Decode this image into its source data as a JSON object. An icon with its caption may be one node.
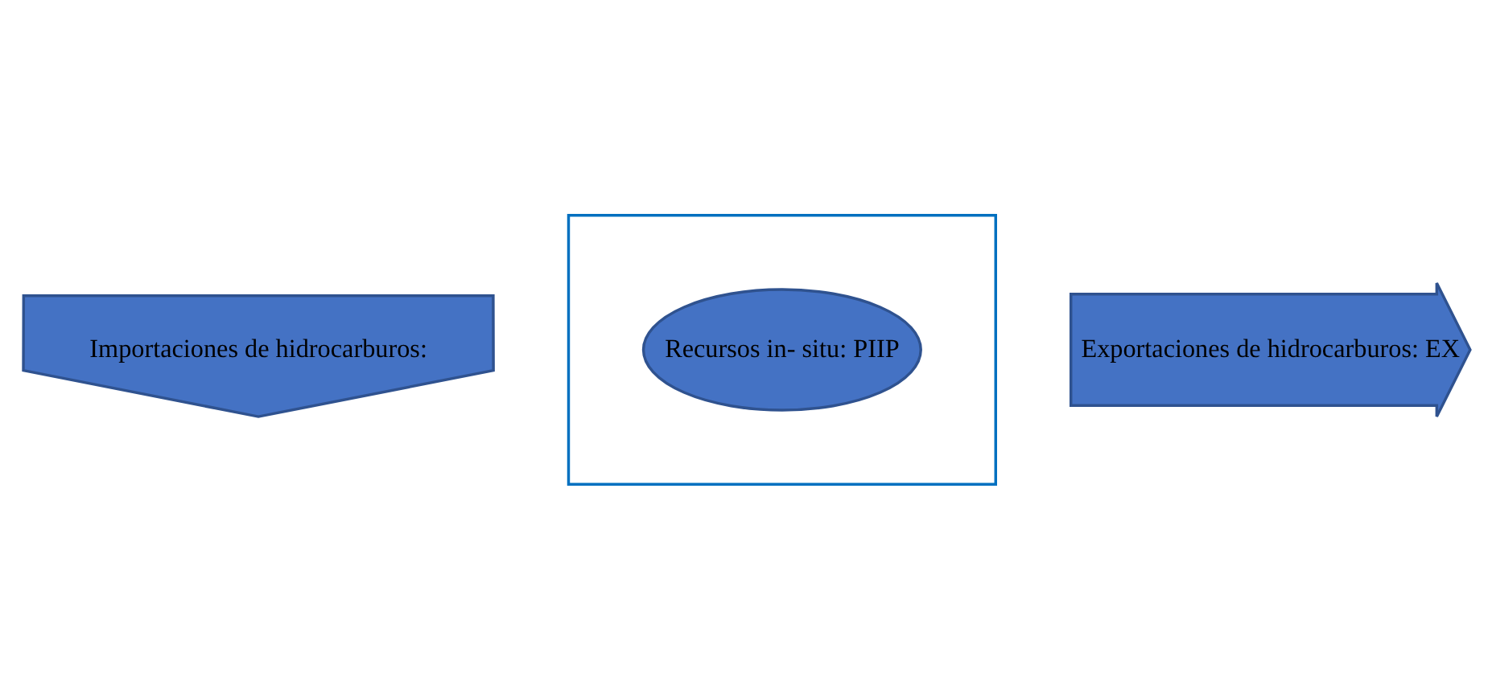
{
  "diagram": {
    "nodes": [
      {
        "text": [
          "Importaciones de hidrocarburos:"
        ]
      },
      {
        "text": [],
        "shape": "box"
      },
      {
        "text": [
          "Recursos in- situ: PIIP"
        ],
        "in": 1
      },
      {
        "text": [
          "Exportaciones de hidrocarburos: EX"
        ]
      }
    ],
    "edges": []
  }
}
